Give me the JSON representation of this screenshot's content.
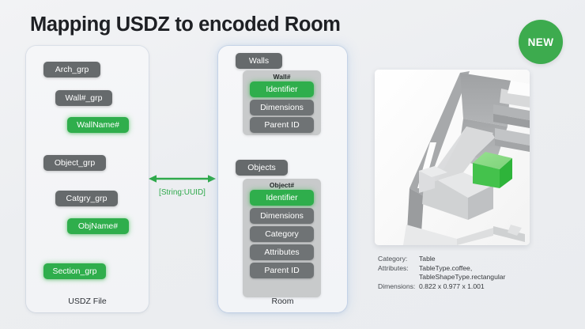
{
  "slide": {
    "title": "Mapping USDZ to encoded Room",
    "badge": "NEW"
  },
  "colors": {
    "accent_green": "#2fae4c",
    "badge_green": "#3dab4e",
    "chip_grey": "#666a6c",
    "group_grey": "#c8cacb",
    "background": "#eceef1",
    "highlight_object": "#5ed06a"
  },
  "usdz_panel": {
    "caption": "USDZ File",
    "nodes": [
      {
        "label": "Arch_grp",
        "kind": "grey",
        "indent": 0
      },
      {
        "label": "Wall#_grp",
        "kind": "grey",
        "indent": 1
      },
      {
        "label": "WallName#",
        "kind": "green",
        "indent": 2
      },
      {
        "label": "Object_grp",
        "kind": "grey",
        "indent": 0
      },
      {
        "label": "Catgry_grp",
        "kind": "grey",
        "indent": 1
      },
      {
        "label": "ObjName#",
        "kind": "green",
        "indent": 2
      },
      {
        "label": "Section_grp",
        "kind": "green",
        "indent": 0
      }
    ]
  },
  "mapping": {
    "label": "[String:UUID]",
    "direction": "bidirectional"
  },
  "room_panel": {
    "caption": "Room",
    "groups": [
      {
        "header": "Walls",
        "group_label": "Wall#",
        "fields": [
          {
            "label": "Identifier",
            "kind": "green"
          },
          {
            "label": "Dimensions",
            "kind": "grey"
          },
          {
            "label": "Parent ID",
            "kind": "grey"
          }
        ]
      },
      {
        "header": "Objects",
        "group_label": "Object#",
        "fields": [
          {
            "label": "Identifier",
            "kind": "green"
          },
          {
            "label": "Dimensions",
            "kind": "grey"
          },
          {
            "label": "Category",
            "kind": "grey"
          },
          {
            "label": "Attributes",
            "kind": "grey"
          },
          {
            "label": "Parent ID",
            "kind": "grey"
          }
        ]
      }
    ]
  },
  "render_card": {
    "scene_description": "isometric grey 3D room scan with highlighted green table box",
    "metadata": [
      {
        "key": "Category:",
        "values": [
          "Table"
        ]
      },
      {
        "key": "Attributes:",
        "values": [
          "TableType.coffee,",
          "TableShapeType.rectangular"
        ]
      },
      {
        "key": "Dimensions:",
        "values": [
          "0.822 x 0.977 x 1.001"
        ]
      }
    ]
  }
}
